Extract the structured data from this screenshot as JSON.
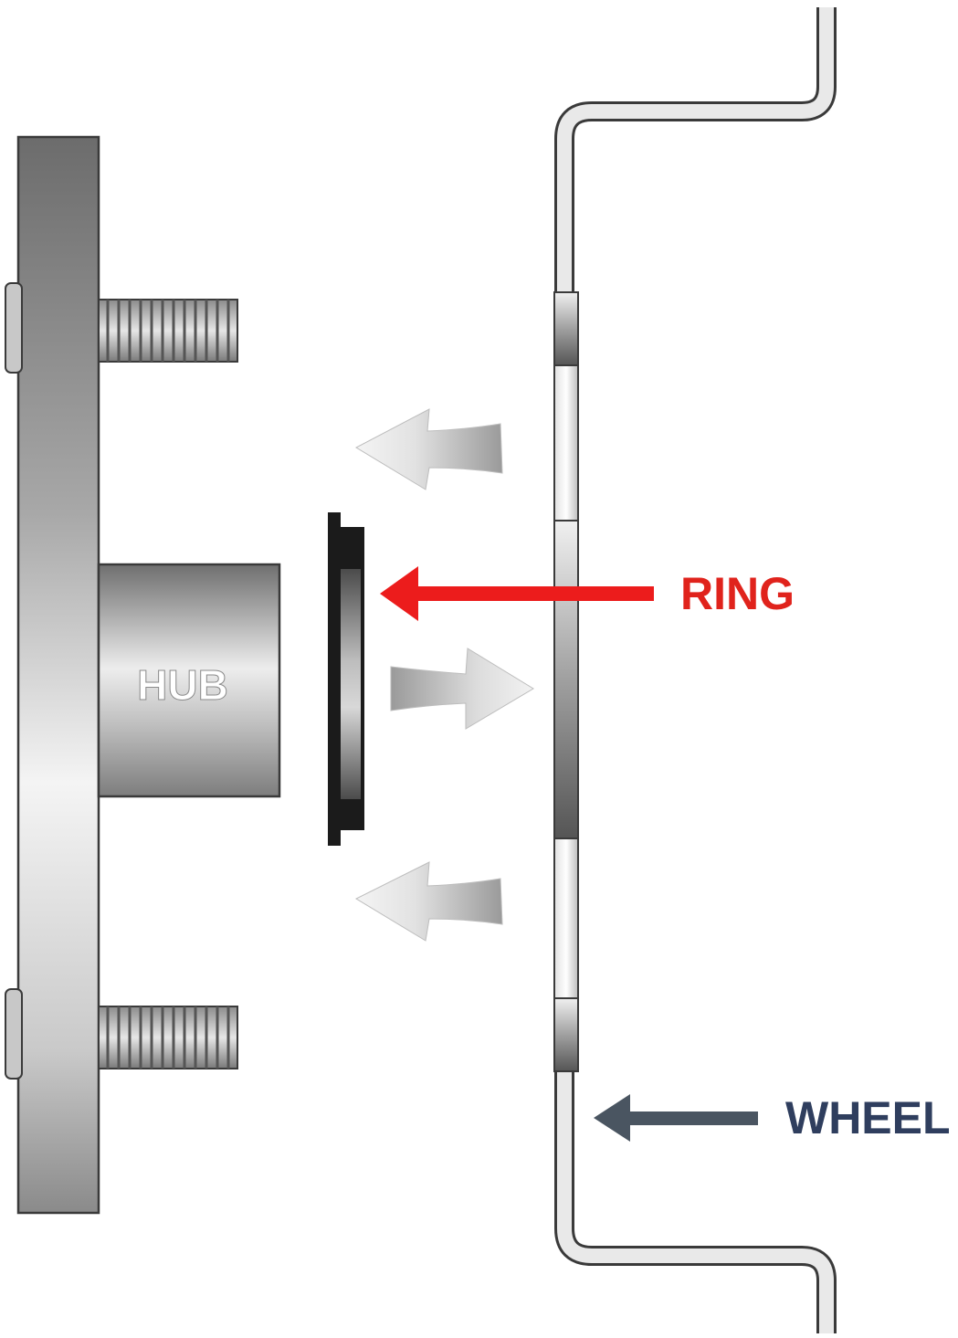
{
  "labels": {
    "hub": "HUB",
    "ring": "RING",
    "wheel": "WHEEL"
  },
  "colors": {
    "ring_label": "#e0231c",
    "ring_arrow": "#ec1c1c",
    "wheel_label": "#2f3e5e",
    "wheel_arrow": "#4a5561",
    "metal_dark": "#6e6e6e",
    "metal_light": "#f2f2f2",
    "outline": "#3a3a3a"
  }
}
